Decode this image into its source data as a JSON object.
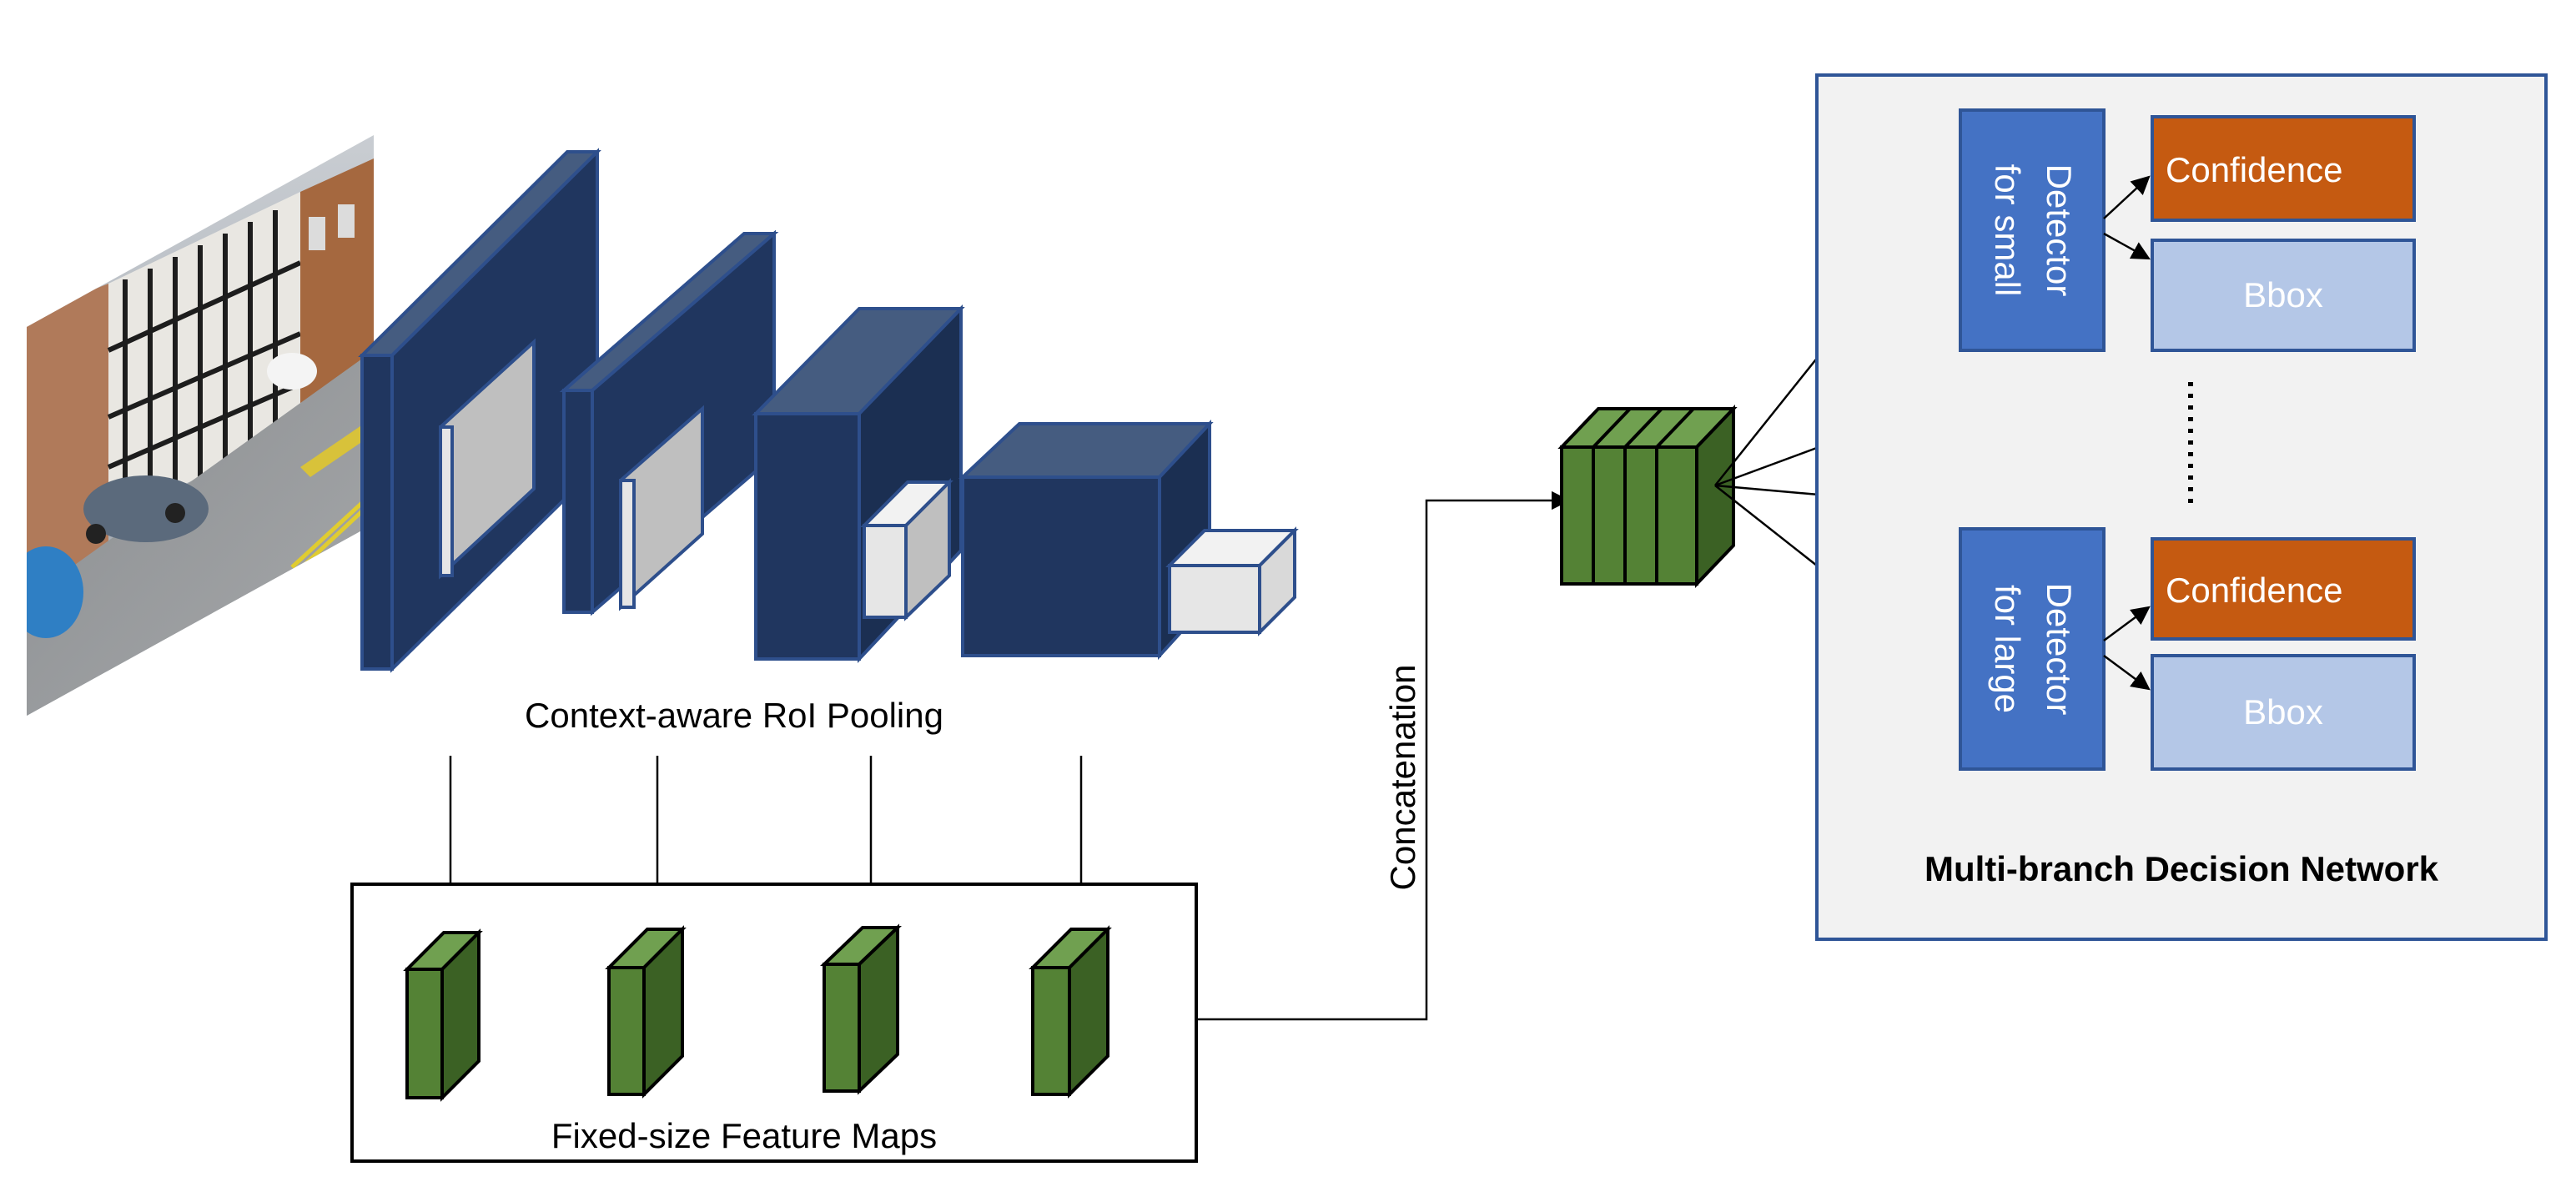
{
  "labels": {
    "roi_pooling": "Context-aware RoI Pooling",
    "feature_maps": "Fixed-size Feature Maps",
    "concatenation": "Concatenation",
    "decision_network": "Multi-branch Decision Network"
  },
  "detectors": [
    {
      "name_line1": "Detector",
      "name_line2": "for small",
      "outputs": [
        "Confidence",
        "Bbox"
      ]
    },
    {
      "name_line1": "Detector",
      "name_line2": "for large",
      "outputs": [
        "Confidence",
        "Bbox"
      ]
    }
  ],
  "colors": {
    "cnn_front": "#20365f",
    "cnn_side": "#162845",
    "cnn_top": "#455c80",
    "cnn_stroke": "#2e4f8c",
    "roi_gray": "#bfbfbf",
    "roi_light": "#e6e6e6",
    "feature_green": "#548235",
    "feature_green_dark": "#3b6124",
    "feature_green_top": "#70a050",
    "detector_blue": "#4472c4",
    "confidence_orange": "#c55a11",
    "bbox_light_blue": "#b4c7e7",
    "panel_bg": "#f2f2f2",
    "panel_border": "#2f5597"
  }
}
